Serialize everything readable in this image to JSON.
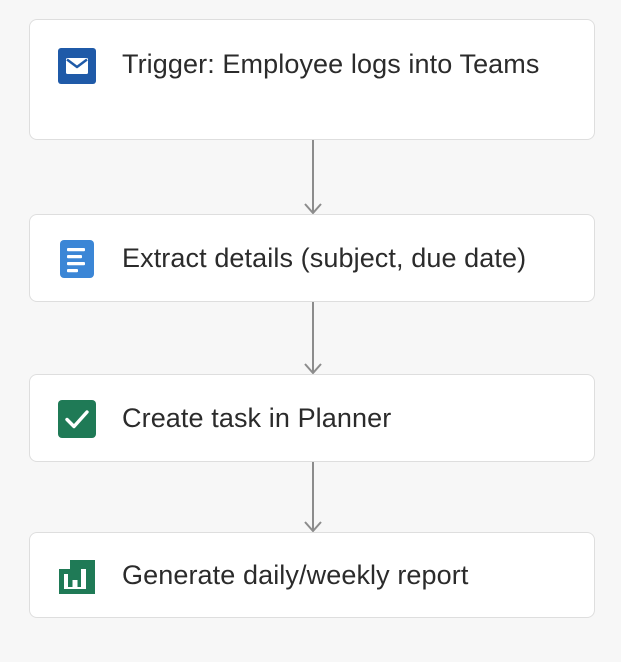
{
  "steps": [
    {
      "label": "Trigger: Employee logs into Teams",
      "icon": "envelope-icon",
      "icon_color": "#1f5aa8"
    },
    {
      "label": "Extract details (subject, due date)",
      "icon": "document-icon",
      "icon_color": "#3b86d6"
    },
    {
      "label": "Create task in Planner",
      "icon": "checkmark-icon",
      "icon_color": "#1f7a56"
    },
    {
      "label": "Generate daily/weekly report",
      "icon": "bar-chart-icon",
      "icon_color": "#1f7a56"
    }
  ],
  "colors": {
    "background": "#f7f7f7",
    "card_border": "#dedede",
    "connector": "#8c8c8c",
    "text": "#2b2b2b"
  }
}
